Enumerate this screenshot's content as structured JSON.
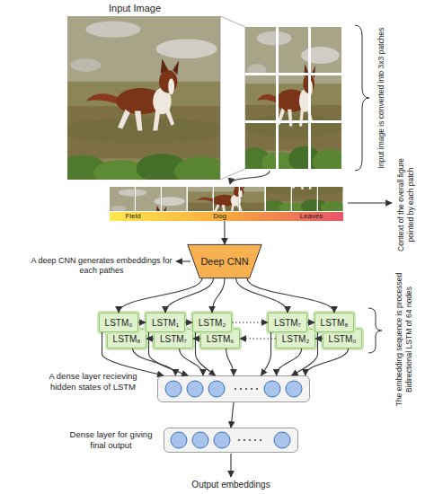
{
  "diagram": {
    "nodes": [
      {
        "text": [
          "Field",
          "Dog",
          "Leaves"
        ]
      },
      {
        "text": [
          "Deep CNN"
        ]
      },
      {
        "text": [
          "LSTM₀"
        ]
      },
      {
        "text": [
          "LSTM₁"
        ]
      },
      {
        "text": [
          "LSTM₂"
        ]
      },
      {
        "text": [
          "LSTM₇"
        ]
      },
      {
        "text": [
          "LSTM₈"
        ]
      },
      {
        "text": [
          "LSTM₈"
        ]
      },
      {
        "text": [
          "LSTM₇"
        ]
      },
      {
        "text": [
          "LSTM₆"
        ]
      },
      {
        "text": [
          "LSTM₂"
        ]
      },
      {
        "text": [
          "LSTM₀"
        ]
      },
      {
        "text": [
          "A dense layer recieving hidden states of LSTM"
        ]
      },
      {
        "text": [
          "Dense layer for giving final output"
        ]
      }
    ],
    "edges": [
      {
        "from": 0,
        "to": 1,
        "arrow": "to"
      },
      {
        "from": 1,
        "to": 2,
        "arrow": "to"
      },
      {
        "from": 1,
        "to": 3,
        "arrow": "to"
      },
      {
        "from": 1,
        "to": 4,
        "arrow": "to"
      },
      {
        "from": 1,
        "to": 5,
        "arrow": "to"
      },
      {
        "from": 1,
        "to": 6,
        "arrow": "to"
      },
      {
        "from": 2,
        "to": 3,
        "arrow": "to"
      },
      {
        "from": 3,
        "to": 4,
        "arrow": "to"
      },
      {
        "from": 4,
        "to": 5,
        "arrow": "to"
      },
      {
        "from": 5,
        "to": 6,
        "arrow": "to"
      },
      {
        "from": 11,
        "to": 10,
        "arrow": "to"
      },
      {
        "from": 10,
        "to": 9,
        "arrow": "to"
      },
      {
        "from": 9,
        "to": 8,
        "arrow": "to"
      },
      {
        "from": 8,
        "to": 7,
        "arrow": "to"
      },
      {
        "from": 2,
        "to": 12,
        "arrow": "to"
      },
      {
        "from": 3,
        "to": 12,
        "arrow": "to"
      },
      {
        "from": 4,
        "to": 12,
        "arrow": "to"
      },
      {
        "from": 5,
        "to": 12,
        "arrow": "to"
      },
      {
        "from": 6,
        "to": 12,
        "arrow": "to"
      },
      {
        "from": 7,
        "to": 12,
        "arrow": "to"
      },
      {
        "from": 8,
        "to": 12,
        "arrow": "to"
      },
      {
        "from": 9,
        "to": 12,
        "arrow": "to"
      },
      {
        "from": 10,
        "to": 12,
        "arrow": "to"
      },
      {
        "from": 11,
        "to": 12,
        "arrow": "to"
      },
      {
        "from": 12,
        "to": 13,
        "arrow": "to"
      }
    ],
    "labels": [
      "Input Image",
      "Input image is converted into 3x3 patches",
      "Context of the overall figure pointed by each patch",
      "A deep CNN generates embeddings for each pathes",
      "The embedding sequence is processed Bidirectional LSTM of 64 nodes",
      "Output embeddings"
    ]
  }
}
